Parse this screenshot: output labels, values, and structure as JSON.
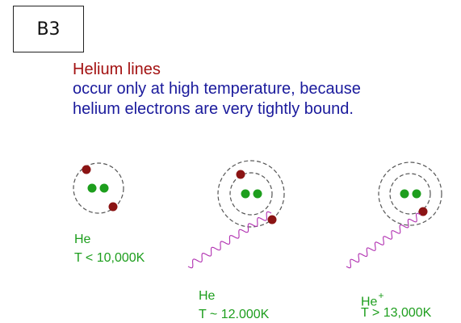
{
  "slide_label": "B3",
  "heading": "Helium lines",
  "body": [
    "occur only at high temperature, because",
    "helium electrons are very tightly bound."
  ],
  "atoms": [
    {
      "symbol": "He",
      "superscript": "",
      "temp": "T < 10,000K"
    },
    {
      "symbol": "He",
      "superscript": "",
      "temp": "T ~ 12.000K"
    },
    {
      "symbol": "He",
      "superscript": "+",
      "temp": "T > 13,000K"
    }
  ],
  "colors": {
    "heading": "#a31212",
    "body": "#1a1a9c",
    "nucleus": "#1d9e1d",
    "electron": "#8b1414",
    "orbit": "#555555",
    "photon": "#b02fb0",
    "label": "#1d9e1d"
  }
}
